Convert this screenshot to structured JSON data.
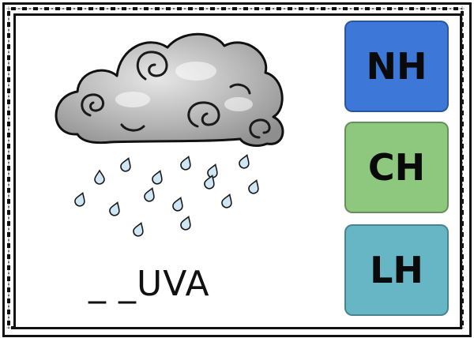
{
  "puzzle": {
    "word_text": "_ _UVA"
  },
  "options": [
    {
      "label": "NH",
      "color": "#3d78d8"
    },
    {
      "label": "CH",
      "color": "#8ec77e"
    },
    {
      "label": "LH",
      "color": "#67b6c5"
    }
  ],
  "illustration": {
    "icon": "rain-cloud-icon",
    "cloud_color": "#a9a9a9",
    "drop_color": "#cfe6f5"
  },
  "frame": {
    "border_color": "#111111"
  }
}
